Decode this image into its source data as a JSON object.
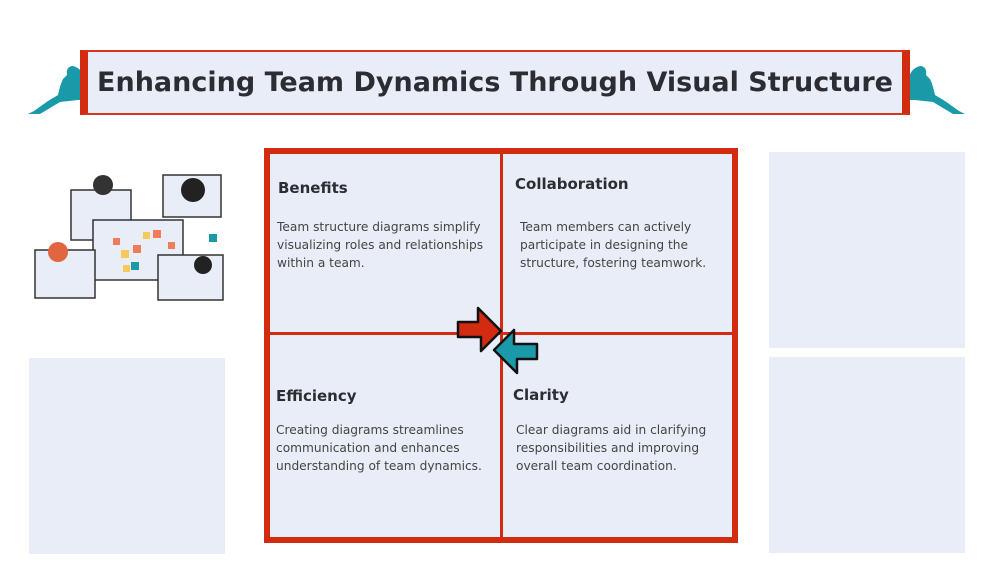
{
  "title": "Enhancing Team Dynamics Through Visual Structure",
  "quadrants": [
    {
      "heading": "Benefits",
      "text": "Team structure diagrams simplify visualizing roles and relationships within a team."
    },
    {
      "heading": "Collaboration",
      "text": "Team members can actively participate in designing the structure, fostering teamwork."
    },
    {
      "heading": "Efficiency",
      "text": "Creating diagrams streamlines communication and enhances understanding of team dynamics."
    },
    {
      "heading": "Clarity",
      "text": "Clear diagrams aid in clarifying responsibilities and improving overall team coordination."
    }
  ],
  "colors": {
    "accent": "#d22b10",
    "teal": "#1a9aa8",
    "panel": "#e8edf7"
  }
}
